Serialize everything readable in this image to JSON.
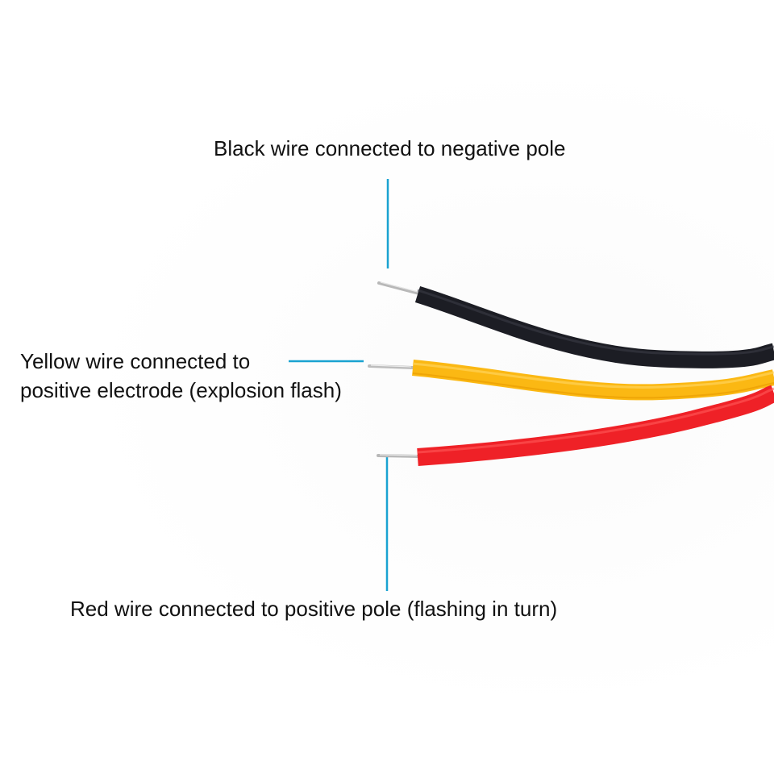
{
  "labels": {
    "black": "Black wire connected to negative pole",
    "yellow_line1": "Yellow wire connected to",
    "yellow_line2": "positive electrode (explosion flash)",
    "red": "Red wire connected to positive pole (flashing in turn)"
  },
  "colors": {
    "leader_line": "#1aa3d1",
    "black_wire": "#1c1d24",
    "yellow_wire": "#fbb813",
    "red_wire": "#ef2127",
    "conductor": "#c8c8c8",
    "background": "#ffffff"
  },
  "wires": [
    {
      "name": "black",
      "color": "#1c1d24"
    },
    {
      "name": "yellow",
      "color": "#fbb813"
    },
    {
      "name": "red",
      "color": "#ef2127"
    }
  ]
}
